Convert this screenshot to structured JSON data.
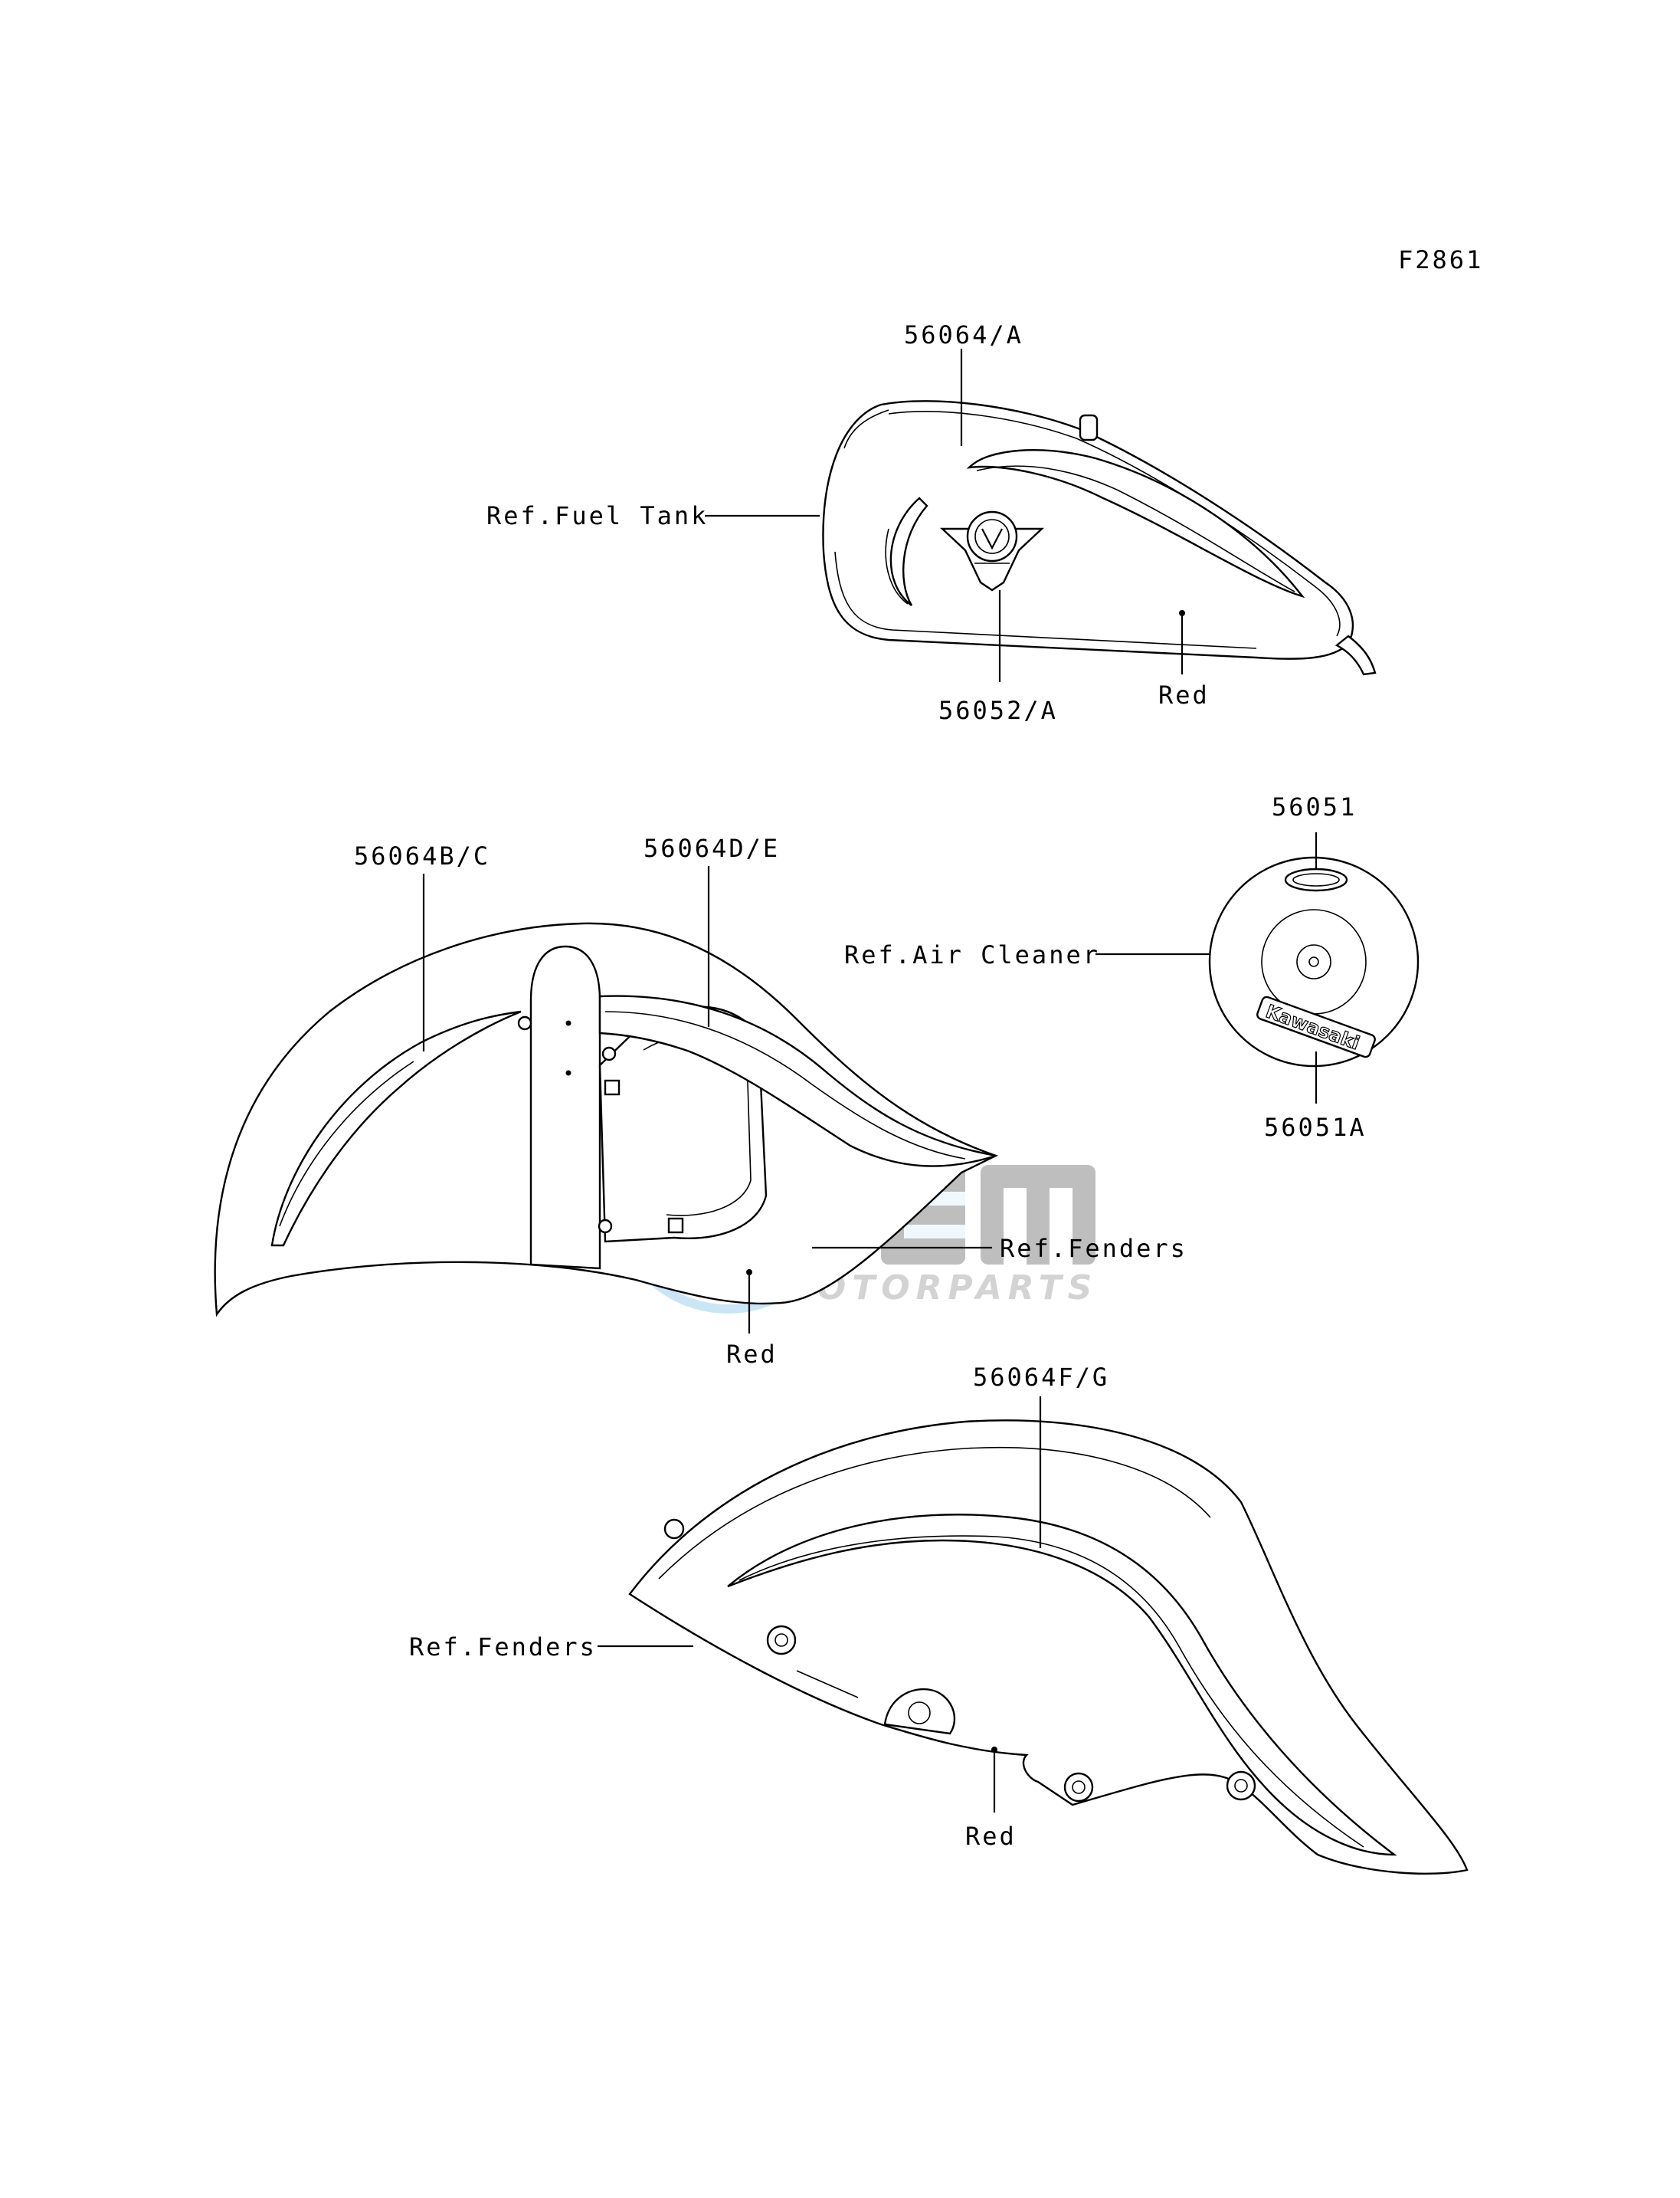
{
  "figure_code": "F2861",
  "fuel_tank": {
    "ref_label": "Ref.Fuel Tank",
    "stripe_part": "56064/A",
    "emblem_part": "56052/A",
    "color_label": "Red"
  },
  "air_cleaner": {
    "ref_label": "Ref.Air Cleaner",
    "top_emblem_part": "56051",
    "bottom_emblem_part": "56051A",
    "bottom_emblem_text": "Kawasaki"
  },
  "front_fender": {
    "stripe_part_left": "56064B/C",
    "stripe_part_right": "56064D/E",
    "ref_label": "Ref.Fenders",
    "color_label": "Red"
  },
  "rear_fender": {
    "stripe_part": "56064F/G",
    "ref_label": "Ref.Fenders",
    "color_label": "Red"
  },
  "watermark": {
    "brand": "OEM",
    "sub": "MOTORPARTS"
  }
}
